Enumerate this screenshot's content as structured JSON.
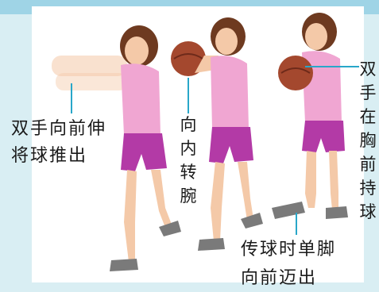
{
  "annotations": {
    "push_out": [
      "双手向前伸",
      "将球推出"
    ],
    "turn_wrist": "向内转腕",
    "hold_chest": "双手在胸前持球",
    "step_forward": [
      "传球时单脚",
      "向前迈出"
    ]
  },
  "colors": {
    "background": "#d9eef3",
    "top_strip": "#9fd4e6",
    "leader_line": "#29a7c9",
    "shirt": "#f0a6d2",
    "shorts": "#b33aa6",
    "ball": "#a4482e",
    "hair": "#6e3a20",
    "skin": "#f4c9a8",
    "shoe": "#7a7a7a"
  }
}
